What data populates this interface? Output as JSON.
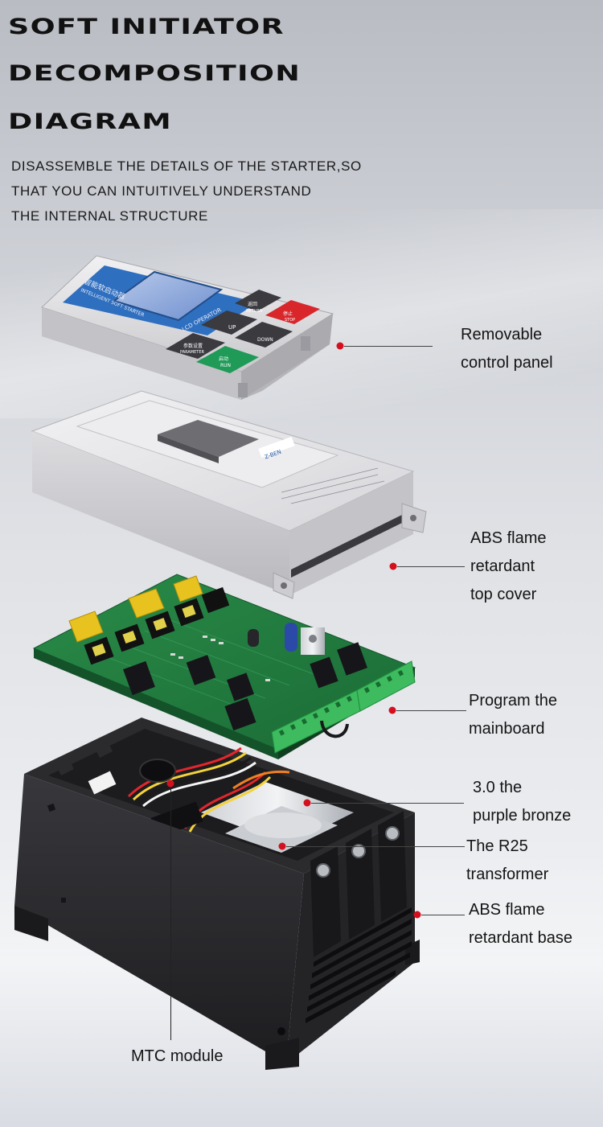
{
  "title": {
    "line1": "SOFT INITIATOR",
    "line2": "DECOMPOSITION",
    "line3": "DIAGRAM"
  },
  "subtitle": {
    "line1": "DISASSEMBLE THE DETAILS OF THE STARTER,SO",
    "line2": "THAT YOU CAN INTUITIVELY UNDERSTAND",
    "line3": "THE INTERNAL STRUCTURE"
  },
  "control_panel": {
    "chinese_title": "智能软启动器",
    "english_title": "INTELLIGENT SOFT STARTER",
    "screen_label": "LCD OPERATOR",
    "keys": {
      "return_cn": "返回",
      "return_en": "RETURN",
      "stop_cn": "停止",
      "stop_en": "STOP",
      "up": "UP",
      "down": "DOWN",
      "parameter_cn": "参数设置",
      "parameter_en": "PARAMETER",
      "run_cn": "启动",
      "run_en": "RUN"
    }
  },
  "cover": {
    "brand": "Z-BEN"
  },
  "labels": {
    "panel": {
      "line1": "Removable",
      "line2": "control panel"
    },
    "cover": {
      "line1": "ABS flame",
      "line2": "retardant",
      "line3": "top cover"
    },
    "mainboard": {
      "line1": "Program the",
      "line2": "mainboard"
    },
    "bronze": {
      "line1": "3.0 the",
      "line2": "purple bronze"
    },
    "transformer": {
      "line1": "The R25",
      "line2": "transformer"
    },
    "base": {
      "line1": "ABS flame",
      "line2": "retardant base"
    },
    "mtc": {
      "line1": "MTC module"
    }
  },
  "colors": {
    "accent_dot": "#d4101e",
    "panel_blue": "#2f6fbf",
    "stop_red": "#d9262b",
    "run_green": "#1f9a57",
    "pcb_green": "#1e7a3c",
    "terminal_green": "#3dbb5e",
    "capacitor_yellow": "#e8c21e",
    "housing_grey": "#e2e2e4",
    "base_dark": "#2b2b2e"
  }
}
